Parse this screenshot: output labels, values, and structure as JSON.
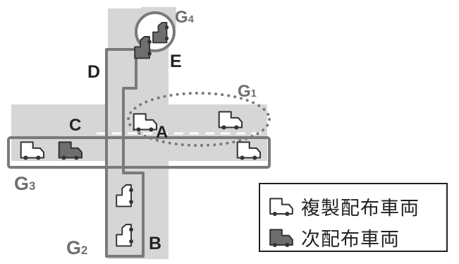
{
  "points": {
    "a": "A",
    "b": "B",
    "c": "C",
    "d": "D",
    "e": "E"
  },
  "groups": {
    "g1": {
      "letter": "G",
      "num": "1"
    },
    "g2": {
      "letter": "G",
      "num": "2"
    },
    "g3": {
      "letter": "G",
      "num": "3"
    },
    "g4": {
      "letter": "G",
      "num": "4"
    }
  },
  "legend": {
    "duplicate": "複製配布車両",
    "next": "次配布車両"
  },
  "colors": {
    "road": "#d6d6d6",
    "group_outline": "#7a7a7a",
    "vehicle_outline": "#333333",
    "next_vehicle_fill": "#6e6e6e",
    "text": "#222222"
  },
  "icons": {
    "duplicate_vehicle": "truck-outline-icon",
    "next_vehicle": "truck-filled-icon"
  }
}
